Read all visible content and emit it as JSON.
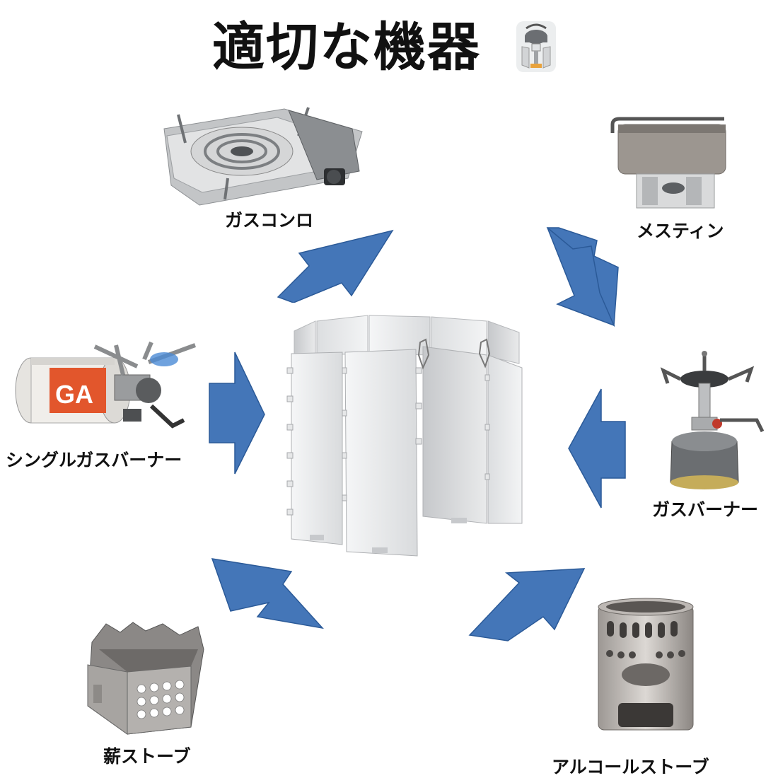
{
  "title": "適切な機器",
  "title_icon": "stove-with-kettle-icon",
  "center_item": "folding-windscreen",
  "colors": {
    "arrow": "#4476b8",
    "arrow_stroke": "#2b5a98",
    "metal": "#c9cbcd"
  },
  "items": [
    {
      "label": "ガスコンロ",
      "icon": "gas-stove-icon"
    },
    {
      "label": "メスティン",
      "icon": "mess-tin-icon"
    },
    {
      "label": "シングルガスバーナー",
      "icon": "single-gas-burner-icon"
    },
    {
      "label": "ガスバーナー",
      "icon": "gas-burner-icon"
    },
    {
      "label": "薪ストーブ",
      "icon": "wood-stove-icon"
    },
    {
      "label": "アルコールストーブ",
      "icon": "alcohol-stove-icon"
    }
  ]
}
